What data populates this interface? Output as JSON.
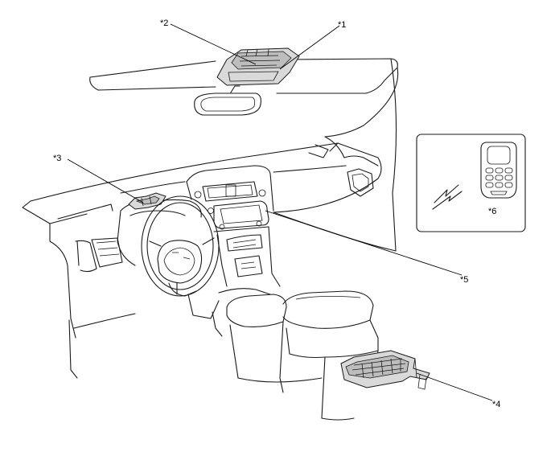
{
  "callouts": [
    {
      "id": "1",
      "text": "*1"
    },
    {
      "id": "2",
      "text": "*2"
    },
    {
      "id": "3",
      "text": "*3"
    },
    {
      "id": "4",
      "text": "*4"
    },
    {
      "id": "5",
      "text": "*5"
    },
    {
      "id": "6",
      "text": "*6"
    }
  ]
}
